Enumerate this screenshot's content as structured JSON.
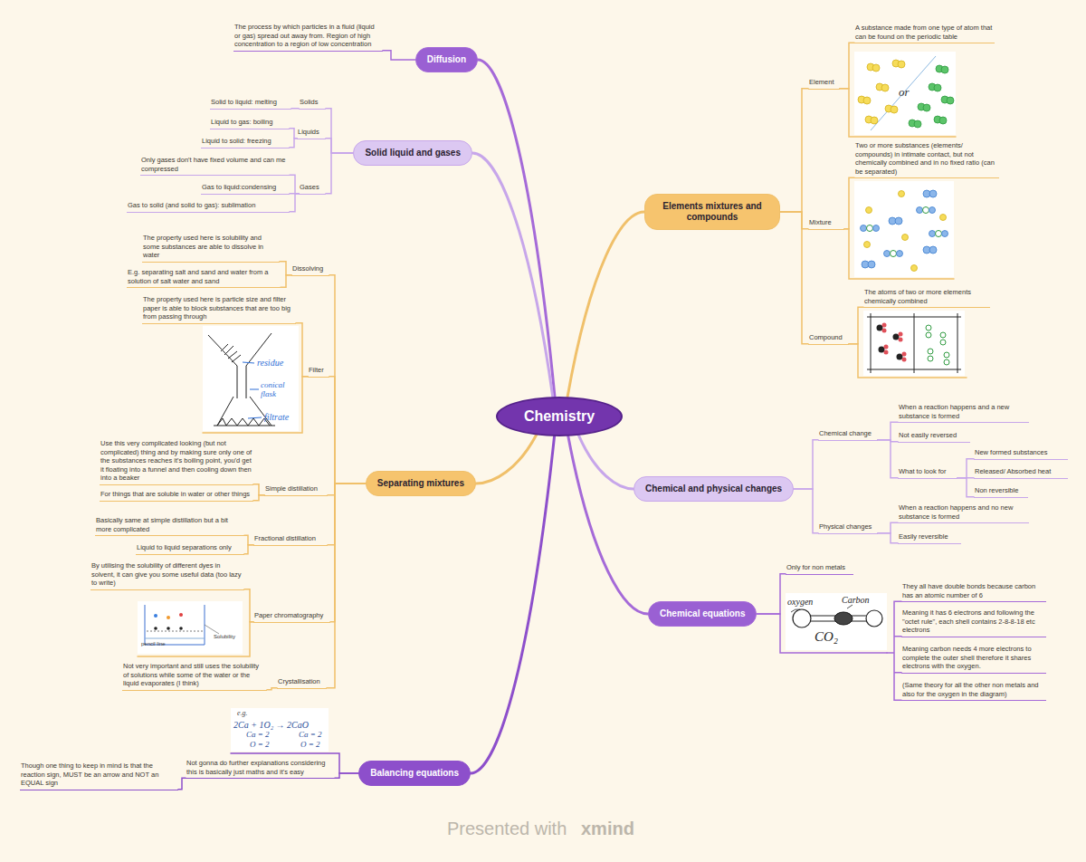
{
  "diagram": {
    "nodes": [
      {
        "text": [
          "Chemistry"
        ]
      },
      {
        "text": [
          "Diffusion"
        ]
      },
      {
        "text": [
          "The process by which particles in a fluid (liquid or gas) spread out away from. Region of high concentration to a region of low concentration"
        ]
      },
      {
        "text": [
          "Solid liquid and gases"
        ]
      },
      {
        "text": [
          "Solids"
        ]
      },
      {
        "text": [
          "Solid to liquid: melting"
        ]
      },
      {
        "text": [
          "Liquids"
        ]
      },
      {
        "text": [
          "Liquid to gas: boiling"
        ]
      },
      {
        "text": [
          "Liquid to solid: freezing"
        ]
      },
      {
        "text": [
          "Gases"
        ]
      },
      {
        "text": [
          "Only gases don't have fixed volume and can me compressed"
        ]
      },
      {
        "text": [
          "Gas to liquid:condensing"
        ]
      },
      {
        "text": [
          "Gas to solid (and solid to gas): sublimation"
        ]
      },
      {
        "text": [
          "Separating mixtures"
        ]
      },
      {
        "text": [
          "Dissolving"
        ]
      },
      {
        "text": [
          "The property used here is solubility and some substances are able to dissolve in water"
        ]
      },
      {
        "text": [
          "E.g. separating salt and sand and water from a solution of salt water and sand"
        ]
      },
      {
        "text": [
          "Filter"
        ]
      },
      {
        "text": [
          "The property used here is particle size and filter paper is able to block substances that are too big from passing through"
        ]
      },
      {
        "text": [
          "Simple distillation"
        ]
      },
      {
        "text": [
          "Use this very complicated looking (but not complicated) thing and by making sure only one of the substances reaches it's boiling point, you'd get it floating into a funnel and then cooling down then into a beaker"
        ]
      },
      {
        "text": [
          "For things that are soluble in water or other things"
        ]
      },
      {
        "text": [
          "Fractional distillation"
        ]
      },
      {
        "text": [
          "Basically same at simple distillation but a bit more complicated"
        ]
      },
      {
        "text": [
          "Liquid to liquid separations only"
        ]
      },
      {
        "text": [
          "Paper chromatography"
        ]
      },
      {
        "text": [
          "By utilising the solubility of different dyes in solvent, it can give you some useful data (too lazy to write)"
        ]
      },
      {
        "text": [
          "Crystallisation"
        ]
      },
      {
        "text": [
          "Not very important and still uses the solubility of solutions while some of the water or the liquid evaporates (I think)"
        ]
      },
      {
        "text": [
          "Balancing equations"
        ]
      },
      {
        "text": [
          "Not gonna do further explanations considering this is basically just maths and it's easy"
        ]
      },
      {
        "text": [
          "Though one thing to keep in mind is that the reaction sign, MUST be an arrow and NOT an EQUAL sign"
        ]
      },
      {
        "text": [
          "Elements mixtures and compounds"
        ]
      },
      {
        "text": [
          "Element"
        ]
      },
      {
        "text": [
          "A substance made from one type of atom that can be found on the periodic table"
        ]
      },
      {
        "text": [
          "Mixture"
        ]
      },
      {
        "text": [
          "Two or more substances (elements/ compounds) in intimate contact, but not chemically combined and in no fixed ratio (can be separated)"
        ]
      },
      {
        "text": [
          "Compound"
        ]
      },
      {
        "text": [
          "The atoms of two or more elements chemically combined"
        ]
      },
      {
        "text": [
          "Chemical and physical changes"
        ]
      },
      {
        "text": [
          "Chemical change"
        ]
      },
      {
        "text": [
          "When a reaction happens and a new substance is formed"
        ]
      },
      {
        "text": [
          "Not easily reversed"
        ]
      },
      {
        "text": [
          "What to look for"
        ]
      },
      {
        "text": [
          "New formed substances"
        ]
      },
      {
        "text": [
          "Released/ Absorbed heat"
        ]
      },
      {
        "text": [
          "Non reversible"
        ]
      },
      {
        "text": [
          "Physical changes"
        ]
      },
      {
        "text": [
          "When a reaction happens and no new substance is formed"
        ]
      },
      {
        "text": [
          "Easily reversible"
        ]
      },
      {
        "text": [
          "Chemical equations"
        ]
      },
      {
        "text": [
          "Only for non metals"
        ]
      },
      {
        "text": [
          "They all have double bonds because carbon has an atomic number of 6"
        ]
      },
      {
        "text": [
          "Meaning it has 6 electrons and following the \"octet rule\", each shell contains 2-8-8-18 etc electrons"
        ]
      },
      {
        "text": [
          "Meaning carbon needs 4 more electrons to complete the outer shell therefore it shares electrons with the oxygen."
        ]
      },
      {
        "text": [
          "(Same theory for all the other non metals and also for the oxygen in the diagram)"
        ]
      }
    ],
    "edges": [
      {
        "from": 0,
        "to": 1,
        "arrow": "none"
      },
      {
        "from": 0,
        "to": 3,
        "arrow": "none"
      },
      {
        "from": 0,
        "to": 13,
        "arrow": "none"
      },
      {
        "from": 0,
        "to": 29,
        "arrow": "none"
      },
      {
        "from": 0,
        "to": 32,
        "arrow": "none"
      },
      {
        "from": 0,
        "to": 39,
        "arrow": "none"
      },
      {
        "from": 0,
        "to": 50,
        "arrow": "none"
      },
      {
        "from": 1,
        "to": 2,
        "arrow": "none"
      },
      {
        "from": 3,
        "to": 4,
        "arrow": "none"
      },
      {
        "from": 3,
        "to": 6,
        "arrow": "none"
      },
      {
        "from": 3,
        "to": 9,
        "arrow": "none"
      },
      {
        "from": 4,
        "to": 5,
        "arrow": "none"
      },
      {
        "from": 6,
        "to": 7,
        "arrow": "none"
      },
      {
        "from": 6,
        "to": 8,
        "arrow": "none"
      },
      {
        "from": 9,
        "to": 10,
        "arrow": "none"
      },
      {
        "from": 9,
        "to": 11,
        "arrow": "none"
      },
      {
        "from": 9,
        "to": 12,
        "arrow": "none"
      },
      {
        "from": 13,
        "to": 14,
        "arrow": "none"
      },
      {
        "from": 13,
        "to": 17,
        "arrow": "none"
      },
      {
        "from": 13,
        "to": 19,
        "arrow": "none"
      },
      {
        "from": 13,
        "to": 22,
        "arrow": "none"
      },
      {
        "from": 13,
        "to": 25,
        "arrow": "none"
      },
      {
        "from": 13,
        "to": 27,
        "arrow": "none"
      },
      {
        "from": 14,
        "to": 15,
        "arrow": "none"
      },
      {
        "from": 14,
        "to": 16,
        "arrow": "none"
      },
      {
        "from": 17,
        "to": 18,
        "arrow": "none"
      },
      {
        "from": 19,
        "to": 20,
        "arrow": "none"
      },
      {
        "from": 19,
        "to": 21,
        "arrow": "none"
      },
      {
        "from": 22,
        "to": 23,
        "arrow": "none"
      },
      {
        "from": 22,
        "to": 24,
        "arrow": "none"
      },
      {
        "from": 25,
        "to": 26,
        "arrow": "none"
      },
      {
        "from": 27,
        "to": 28,
        "arrow": "none"
      },
      {
        "from": 29,
        "to": 30,
        "arrow": "none"
      },
      {
        "from": 30,
        "to": 31,
        "arrow": "none"
      },
      {
        "from": 32,
        "to": 33,
        "arrow": "none"
      },
      {
        "from": 32,
        "to": 35,
        "arrow": "none"
      },
      {
        "from": 32,
        "to": 37,
        "arrow": "none"
      },
      {
        "from": 33,
        "to": 34,
        "arrow": "none"
      },
      {
        "from": 35,
        "to": 36,
        "arrow": "none"
      },
      {
        "from": 37,
        "to": 38,
        "arrow": "none"
      },
      {
        "from": 39,
        "to": 40,
        "arrow": "none"
      },
      {
        "from": 39,
        "to": 47,
        "arrow": "none"
      },
      {
        "from": 40,
        "to": 41,
        "arrow": "none"
      },
      {
        "from": 40,
        "to": 42,
        "arrow": "none"
      },
      {
        "from": 40,
        "to": 43,
        "arrow": "none"
      },
      {
        "from": 43,
        "to": 44,
        "arrow": "none"
      },
      {
        "from": 43,
        "to": 45,
        "arrow": "none"
      },
      {
        "from": 43,
        "to": 46,
        "arrow": "none"
      },
      {
        "from": 47,
        "to": 48,
        "arrow": "none"
      },
      {
        "from": 47,
        "to": 49,
        "arrow": "none"
      },
      {
        "from": 50,
        "to": 51,
        "arrow": "none"
      }
    ],
    "labels": [
      "residue",
      "conical flask",
      "filtrate",
      "pencil line",
      "Solubility",
      "e.g.",
      "2Ca + 1O₂ → 2CaO",
      "Ca = 2",
      "O = 2",
      "Ca = 2",
      "O = 2",
      "or",
      "oxygen",
      "Carbon",
      "CO₂",
      "Presented with",
      "xmind"
    ]
  }
}
